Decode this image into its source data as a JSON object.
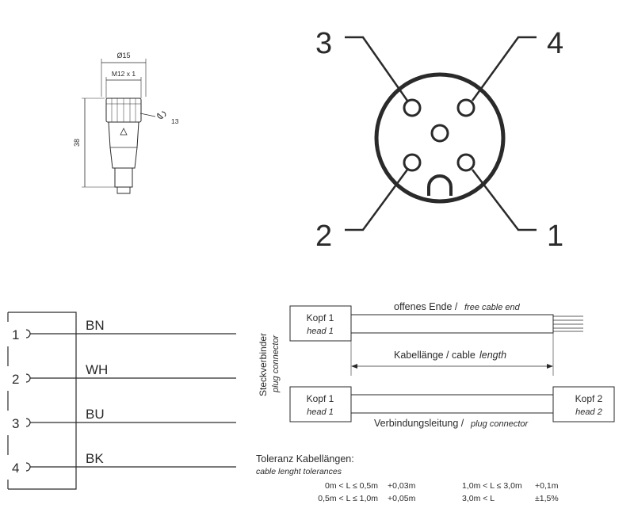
{
  "connector_drawing": {
    "diameter_label": "Ø15",
    "thread_label": "M12 x 1",
    "length_label": "38",
    "wrench_label": "13"
  },
  "pin_face": {
    "pins": [
      "3",
      "4",
      "2",
      "1"
    ]
  },
  "wiring": {
    "pins": [
      {
        "number": "1",
        "color": "BN"
      },
      {
        "number": "2",
        "color": "WH"
      },
      {
        "number": "3",
        "color": "BU"
      },
      {
        "number": "4",
        "color": "BK"
      }
    ]
  },
  "cable_diagram": {
    "side_label": "Steckverbinder",
    "side_label_en": "plug connector",
    "head1_de": "Kopf 1",
    "head1_en": "head 1",
    "free_end_de": "offenes Ende /",
    "free_end_en": "free cable end",
    "length_de": "Kabellänge / cable",
    "length_en": "length",
    "head1b_de": "Kopf 1",
    "head1b_en": "head 1",
    "head2_de": "Kopf 2",
    "head2_en": "head 2",
    "connection_de": "Verbindungsleitung /",
    "connection_en": "plug connector"
  },
  "tolerances": {
    "title_de": "Toleranz Kabellängen:",
    "title_en": "cable lenght tolerances",
    "rows": [
      {
        "range1": "0m < L ≤ 0,5m",
        "tol1": "+0,03m",
        "range2": "1,0m < L ≤ 3,0m",
        "tol2": "+0,1m"
      },
      {
        "range1": "0,5m < L ≤ 1,0m",
        "tol1": "+0,05m",
        "range2": "3,0m < L",
        "tol2": "±1,5%"
      }
    ]
  }
}
